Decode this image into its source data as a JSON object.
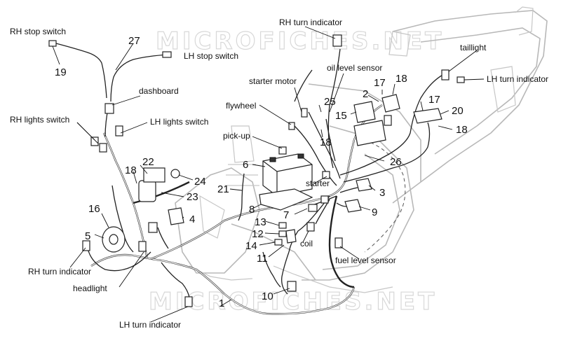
{
  "watermark": "MICROFICHES.NET",
  "labels": {
    "rh_stop_switch": "RH stop switch",
    "lh_stop_switch": "LH stop switch",
    "dashboard": "dashboard",
    "rh_lights_switch": "RH lights switch",
    "lh_lights_switch": "LH lights switch",
    "rh_turn_indicator_top": "RH turn indicator",
    "starter_motor": "starter motor",
    "oil_level_sensor": "oil level sensor",
    "flywheel": "flywheel",
    "pick_up": "pick-up",
    "taillight": "taillight",
    "lh_turn_indicator_right": "LH turn indicator",
    "starter": "starter",
    "coil": "coil",
    "fuel_level_sensor": "fuel level sensor",
    "rh_turn_indicator_left": "RH turn indicator",
    "headlight": "headlight",
    "lh_turn_indicator_bottom": "LH turn indicator"
  },
  "part_numbers": {
    "n1": "1",
    "n2": "2",
    "n3": "3",
    "n4": "4",
    "n5": "5",
    "n6": "6",
    "n7": "7",
    "n8": "8",
    "n9": "9",
    "n10": "10",
    "n11": "11",
    "n12": "12",
    "n13": "13",
    "n14": "14",
    "n15": "15",
    "n16": "16",
    "n17a": "17",
    "n17b": "17",
    "n18a": "18",
    "n18b": "18",
    "n18c": "18",
    "n18d": "18",
    "n19": "19",
    "n20": "20",
    "n21": "21",
    "n22": "22",
    "n23": "23",
    "n24": "24",
    "n25": "25",
    "n26": "26",
    "n27": "27"
  }
}
